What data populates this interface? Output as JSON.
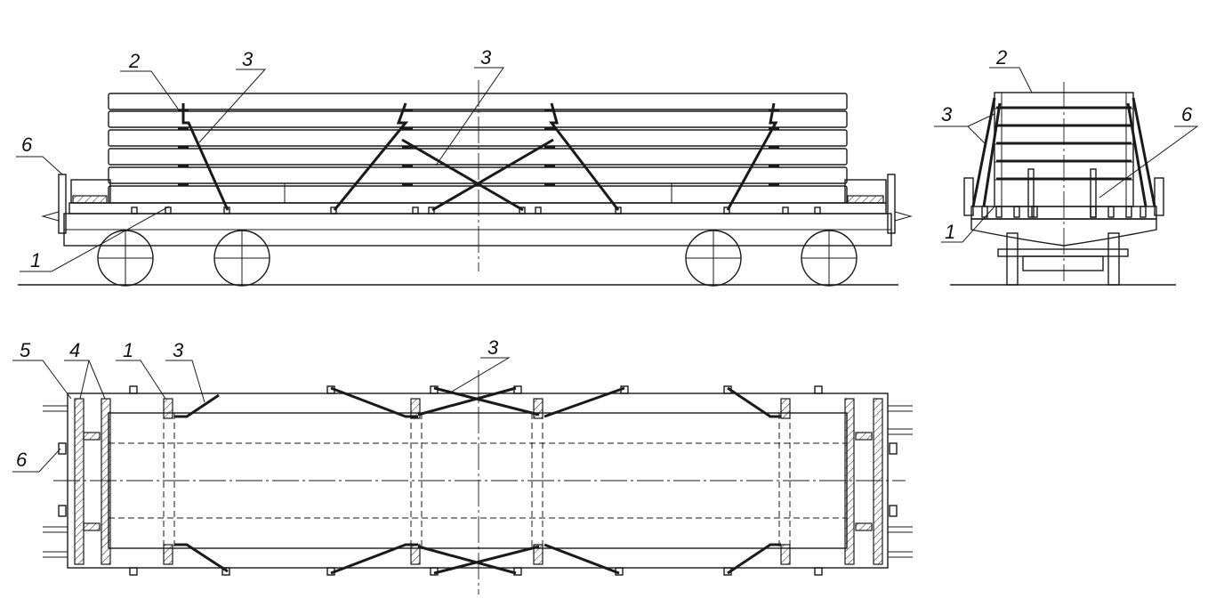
{
  "callouts": {
    "side_view": {
      "c2": "2",
      "c3a": "3",
      "c3b": "3",
      "c6": "6",
      "c1": "1"
    },
    "end_view": {
      "c2": "2",
      "c3": "3",
      "c6": "6",
      "c1": "1"
    },
    "plan_view": {
      "c5": "5",
      "c4": "4",
      "c1": "1",
      "c3a": "3",
      "c3b": "3",
      "c6": "6"
    }
  }
}
